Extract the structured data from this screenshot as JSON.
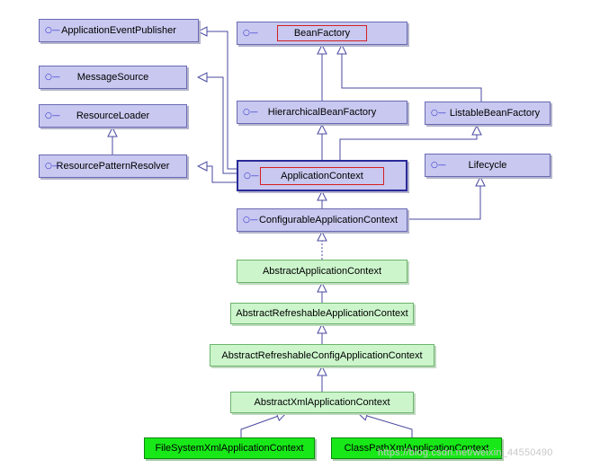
{
  "nodes": {
    "application_event_publisher": "ApplicationEventPublisher",
    "message_source": "MessageSource",
    "resource_loader": "ResourceLoader",
    "resource_pattern_resolver": "ResourcePatternResolver",
    "bean_factory": "BeanFactory",
    "hierarchical_bean_factory": "HierarchicalBeanFactory",
    "listable_bean_factory": "ListableBeanFactory",
    "application_context": "ApplicationContext",
    "lifecycle": "Lifecycle",
    "configurable_application_context": "ConfigurableApplicationContext",
    "abstract_application_context": "AbstractApplicationContext",
    "abstract_refreshable_application_context": "AbstractRefreshableApplicationContext",
    "abstract_refreshable_config_application_context": "AbstractRefreshableConfigApplicationContext",
    "abstract_xml_application_context": "AbstractXmlApplicationContext",
    "file_system_xml_application_context": "FileSystemXmlApplicationContext",
    "class_path_xml_application_context": "ClassPathXmlApplicationContext"
  },
  "interface_icon": "○—",
  "watermark": "https://blog.csdn.net/weixin_44550490",
  "colors": {
    "interface_fill": "#c8c8f0",
    "abstract_fill": "#ccf5cc",
    "concrete_fill": "#18e818",
    "highlight_border": "#d42020",
    "edge": "#4a4aa0"
  }
}
